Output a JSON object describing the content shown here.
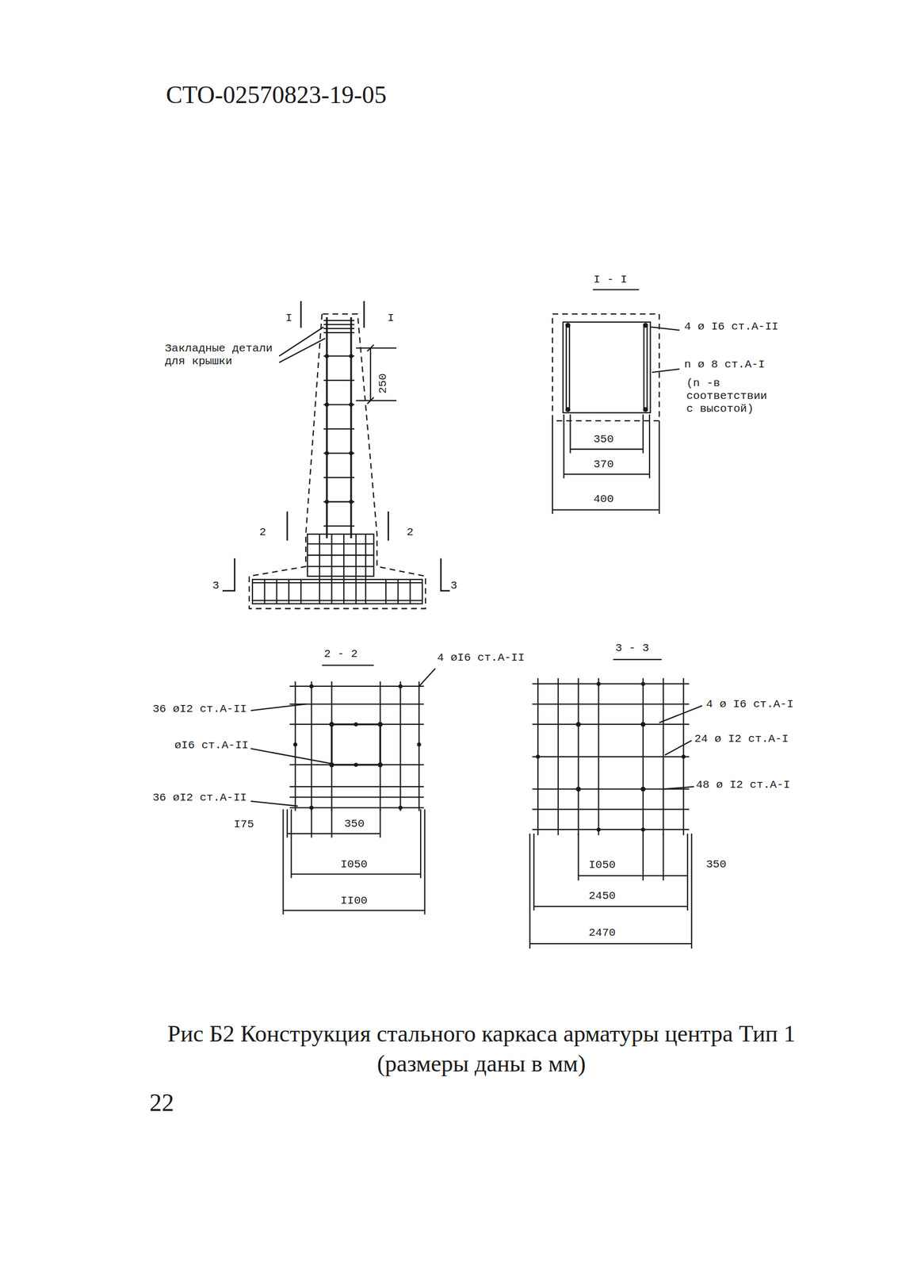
{
  "diagram": {
    "caption": "Рис Б2 Конструкция стального каркаса арматуры центра Тип 1 (размеры даны в мм)",
    "labels": [
      "СТО-02570823-19-05",
      "I",
      "I",
      "Закладные детали для крышки",
      "250",
      "2",
      "2",
      "3",
      "3",
      "I - I",
      "4 ø I6 ст.А-II",
      "n ø 8 ст.А-I",
      "(n -в соответствии с высотой)",
      "350",
      "370",
      "400",
      "2 - 2",
      "4 øI6 ст.А-II",
      "3 - 3",
      "36 øI2 ст.А-II",
      "øI6 ст.А-II",
      "36 øI2 ст.А-II",
      "I75",
      "350",
      "I050",
      "II00",
      "4 ø I6 ст.А-I",
      "24 ø I2 ст.А-I",
      "48 ø I2 ст.А-I",
      "I050",
      "350",
      "2450",
      "2470",
      "22"
    ]
  }
}
